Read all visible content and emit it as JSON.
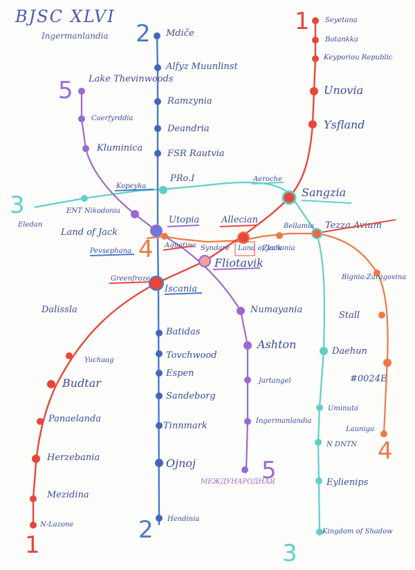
{
  "title": "BJSC XLVI",
  "subtitle": "Ingermanlandia",
  "colors": {
    "line1": "#e8463c",
    "line2": "#4a78c8",
    "line3": "#5fd0c8",
    "line4": "#ee7a48",
    "line5": "#9b6ad0",
    "ink": "#3a4aa0",
    "paper": "#fdfdfb"
  },
  "line_numbers": [
    "1",
    "2",
    "3",
    "4",
    "5"
  ],
  "stations": {
    "line2": [
      "Mdiče",
      "Alfyz Muunlinst",
      "Ramzynia",
      "Deandria",
      "FSR Rautvia",
      "PRo.I",
      "Utopia",
      "Iscania",
      "Batidas",
      "Tovchwood",
      "Espen",
      "Sandeborg",
      "Tinnmark",
      "Ojnoj",
      "Hendinia"
    ],
    "line1": [
      "Seyetana",
      "Botankka",
      "Keyporiou Republic",
      "Unovia",
      "Ysfland",
      "Sangzia",
      "Allecian",
      "Fliotavik",
      "Greenfroze",
      "Dalissla",
      "Yuchaag",
      "Budtar",
      "Panaelanda",
      "Herzebania",
      "Mezidina",
      "N-Lazone"
    ],
    "line5": [
      "Lake Thevinwoods",
      "Caerfyrddia",
      "Kluminica",
      "Land of Jack",
      "Numayania",
      "Ashton",
      "Jartangel",
      "Ingermanlandia",
      "МЕЖДУНАРОДНАЯ"
    ],
    "line3": [
      "Eledan",
      "ENT Nikodonia",
      "Kopeyka",
      "Aeroche",
      "Bellamia",
      "Daehun",
      "Uminuta",
      "N DNTN",
      "Eylienips",
      "Kingdom of Shadow"
    ],
    "line4": [
      "Pevsephana",
      "Aquatina",
      "Syndare",
      "Land of Jack",
      "Zechonia",
      "Tezza Avium",
      "Bignia-Zaragovina",
      "Stall",
      "#0024E",
      "Launiga"
    ]
  }
}
